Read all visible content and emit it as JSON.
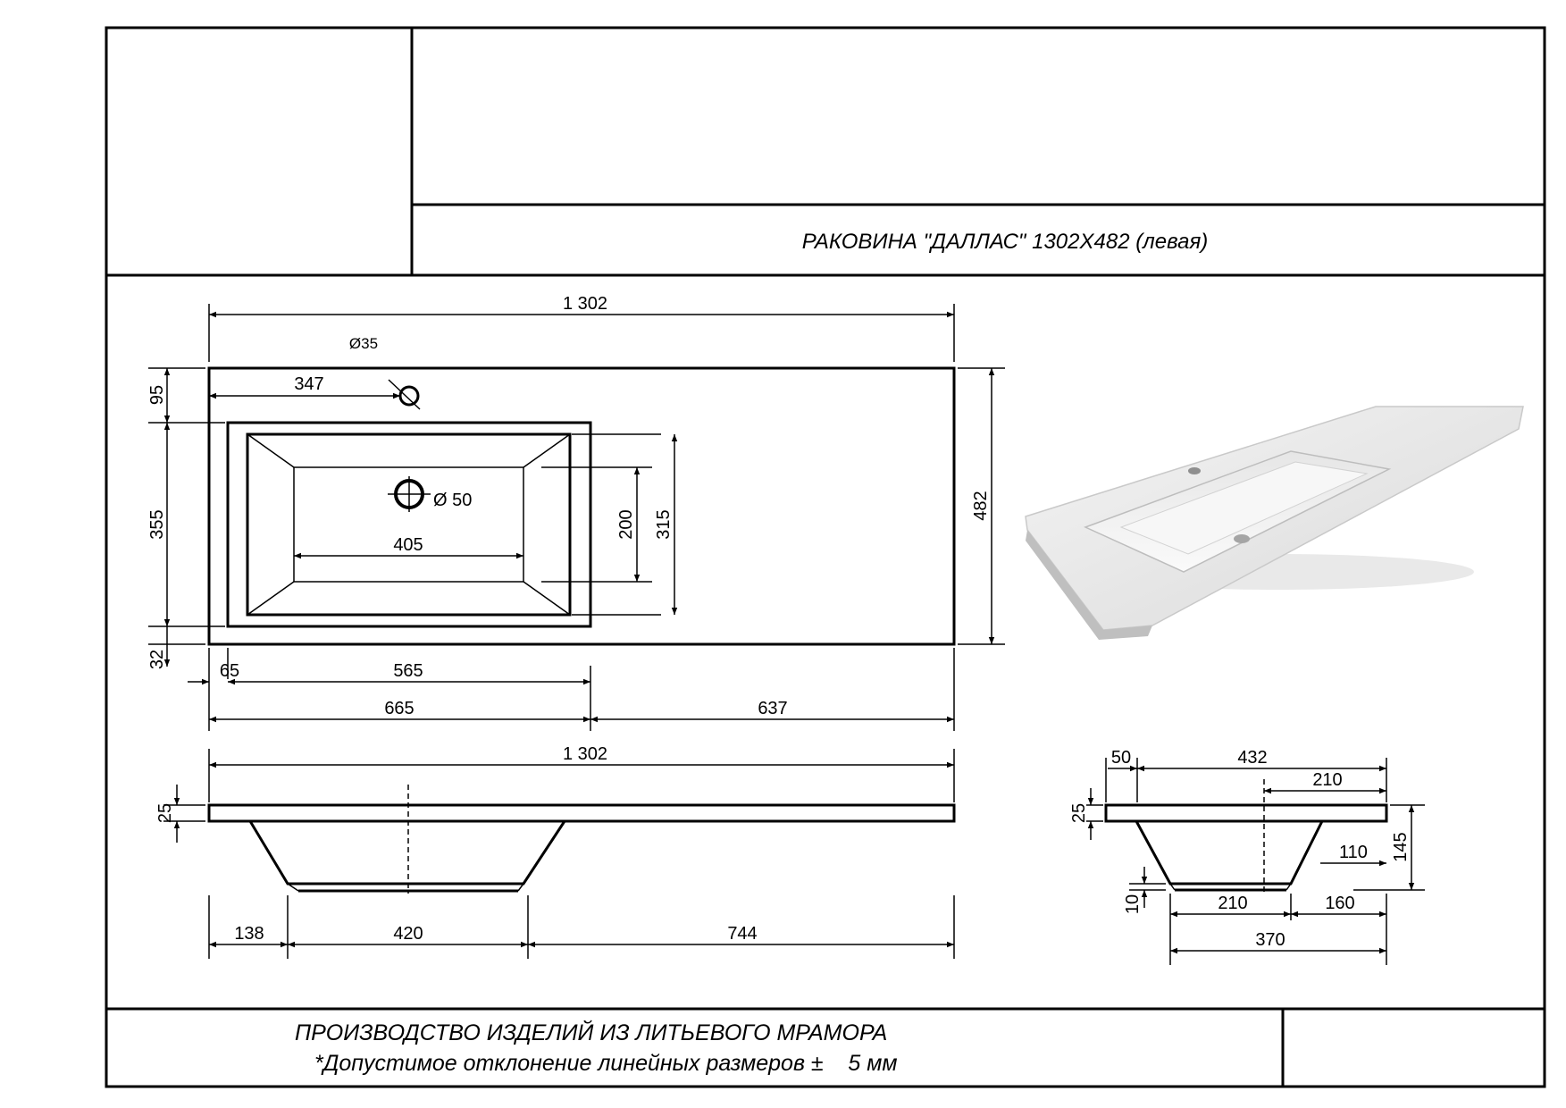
{
  "title": "РАКОВИНА \"ДАЛЛАС\" 1302Х482 (левая)",
  "footer": {
    "line1": "ПРОИЗВОДСТВО ИЗДЕЛИЙ ИЗ ЛИТЬЕВОГО МРАМОРА",
    "line2": "*Допустимое отклонение линейных размеров ±    5 мм"
  },
  "top_view": {
    "overall_width": "1 302",
    "overall_depth": "482",
    "tap_hole_diameter": "Ø35",
    "tap_hole_offset": "347",
    "drain_diameter": "Ø 50",
    "bowl_inner_width": "405",
    "bowl_inner_depth": "200",
    "bowl_outer_depth": "315",
    "back_edge_to_bowl": "95",
    "bowl_frame_depth": "355",
    "front_edge": "32",
    "left_edge": "65",
    "bowl_width": "565",
    "left_part": "665",
    "right_part": "637"
  },
  "front_view": {
    "overall_width": "1 302",
    "slab_thickness": "25",
    "left_offset": "138",
    "bowl_bottom": "420",
    "right_offset": "744"
  },
  "side_view": {
    "back_margin": "50",
    "depth_total": "432",
    "center_to_front": "210",
    "bowl_height": "145",
    "slab_thickness": "25",
    "bottom_step": "110",
    "bottom_thickness": "10",
    "bottom_left": "210",
    "bottom_right": "160",
    "bowl_width": "370"
  }
}
